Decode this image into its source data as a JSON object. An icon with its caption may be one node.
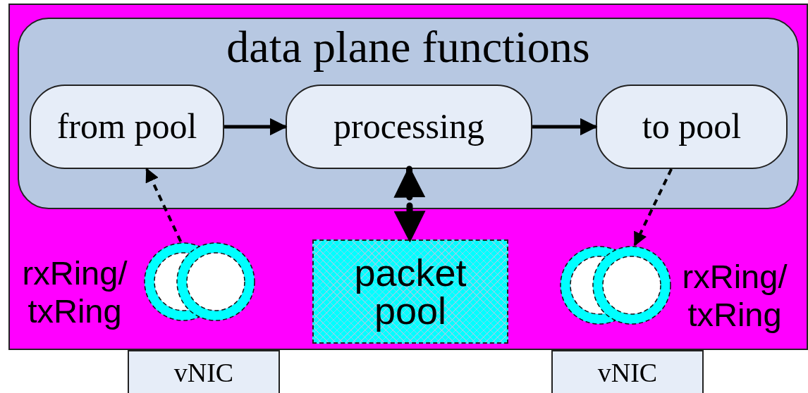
{
  "diagram": {
    "nodes": [
      {
        "text": [],
        "shape": "box"
      },
      {
        "text": [
          "data plane functions"
        ],
        "in": 0
      },
      {
        "text": [
          "from pool"
        ],
        "in": 1
      },
      {
        "text": [
          "processing"
        ],
        "in": 1
      },
      {
        "text": [
          "to pool"
        ],
        "in": 1
      },
      {
        "text": [
          "packet pool"
        ],
        "in": 0
      },
      {
        "text": [],
        "shape": "circle",
        "in": 0,
        "beside": [
          "rxRing/ txRing"
        ]
      },
      {
        "text": [],
        "shape": "circle",
        "in": 0,
        "beside": [
          "rxRing/ txRing"
        ]
      },
      {
        "text": [
          "vNIC"
        ]
      },
      {
        "text": [
          "vNIC"
        ]
      }
    ],
    "edges": [
      {
        "from": 2,
        "to": 3,
        "arrow": "to"
      },
      {
        "from": 3,
        "to": 4,
        "arrow": "to"
      },
      {
        "from": 3,
        "to": 5,
        "arrow": "both",
        "style": "dashed"
      },
      {
        "from": 6,
        "to": 2,
        "arrow": "to",
        "style": "dashed"
      },
      {
        "from": 4,
        "to": 7,
        "arrow": "to",
        "style": "dashed"
      }
    ]
  }
}
